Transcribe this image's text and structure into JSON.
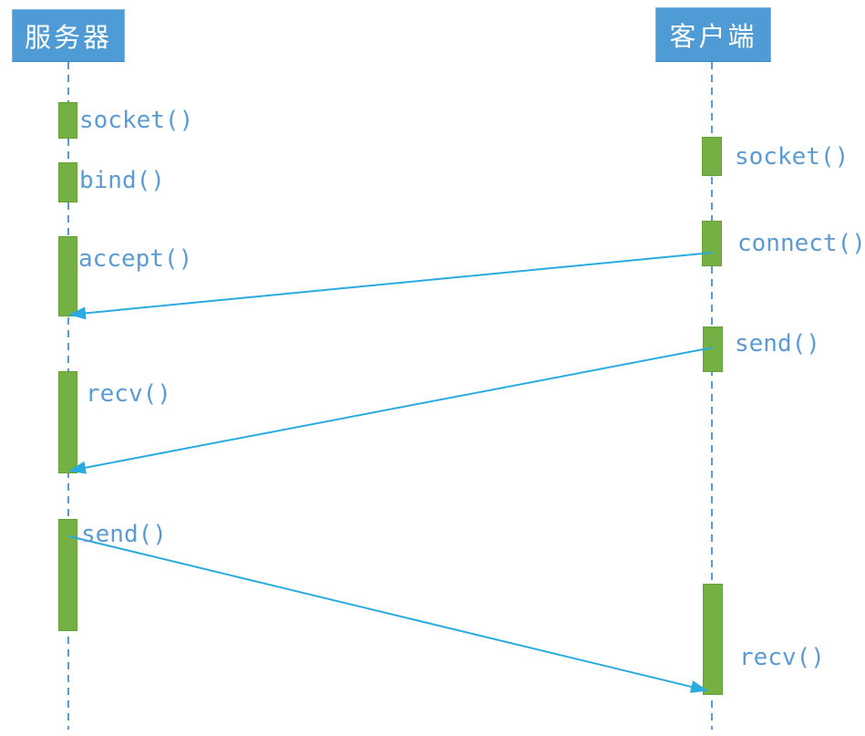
{
  "diagram_type": "sequence-diagram",
  "actors": [
    {
      "id": "server",
      "label": "服务器"
    },
    {
      "id": "client",
      "label": "客户端"
    }
  ],
  "server": {
    "activations": [
      {
        "label": "socket()"
      },
      {
        "label": "bind()"
      },
      {
        "label": "accept()"
      },
      {
        "label": "recv()"
      },
      {
        "label": "send()"
      }
    ]
  },
  "client": {
    "activations": [
      {
        "label": "socket()"
      },
      {
        "label": "connect()"
      },
      {
        "label": "send()"
      },
      {
        "label": "recv()"
      }
    ]
  },
  "messages": [
    {
      "from": "client connect()",
      "to": "server accept()"
    },
    {
      "from": "client send()",
      "to": "server recv()"
    },
    {
      "from": "server send()",
      "to": "client recv()"
    }
  ],
  "colors": {
    "background": "#ffffff",
    "actor_fill": "#4e9bd5",
    "actor_text": "#ffffff",
    "bar_fill": "#74b044",
    "bar_border": "#65a139",
    "lifeline": "#5b9bd5",
    "arrow": "#29abe2",
    "label_text": "#5b9bd5"
  }
}
